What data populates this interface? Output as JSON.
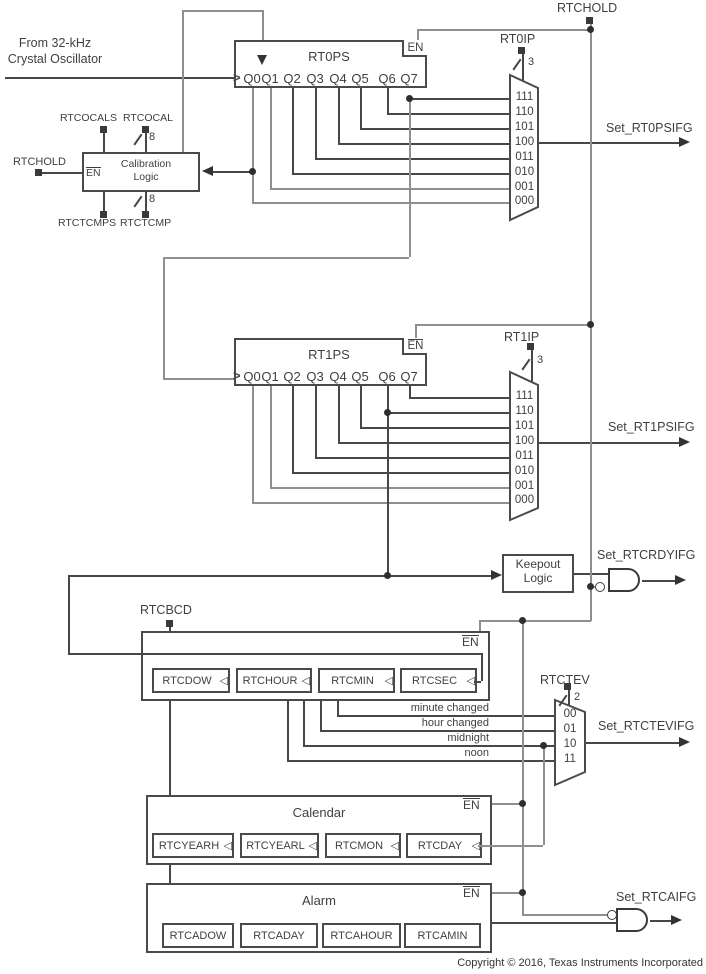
{
  "colors": {
    "wire_dark": "#474747",
    "wire_gray": "#8f8f8f",
    "box_border": "#4a4a4a",
    "text": "#3f3f3f",
    "background": "#ffffff"
  },
  "oscillator": {
    "line1": "From 32-kHz",
    "line2": "Crystal Oscillator"
  },
  "signals": {
    "rtchold_top": "RTCHOLD",
    "set_rt0psifg": "Set_RT0PSIFG",
    "set_rt1psifg": "Set_RT1PSIFG",
    "set_rtcrdyifg": "Set_RTCRDYIFG",
    "set_rtctevifg": "Set_RTCTEVIFG",
    "set_rtcaifg": "Set_RTCAIFG"
  },
  "calibration": {
    "line1": "Calibration",
    "line2": "Logic",
    "en": "EN",
    "pin_top_left": "RTCOCALS",
    "pin_top_right": "RTCOCAL",
    "pin_bottom_left": "RTCTCMPS",
    "pin_bottom_right": "RTCTCMP",
    "pin_left": "RTCHOLD",
    "bus8_top": "8",
    "bus8_bottom": "8"
  },
  "rt0ps": {
    "title": "RT0PS",
    "en": "EN",
    "q": [
      "Q0",
      "Q1",
      "Q2",
      "Q3",
      "Q4",
      "Q5",
      "Q6",
      "Q7"
    ]
  },
  "rt1ps": {
    "title": "RT1PS",
    "en": "EN",
    "q": [
      "Q0",
      "Q1",
      "Q2",
      "Q3",
      "Q4",
      "Q5",
      "Q6",
      "Q7"
    ]
  },
  "mux0": {
    "select": "RT0IP",
    "width": "3",
    "options": [
      "111",
      "110",
      "101",
      "100",
      "011",
      "010",
      "001",
      "000"
    ]
  },
  "mux1": {
    "select": "RT1IP",
    "width": "3",
    "options": [
      "111",
      "110",
      "101",
      "100",
      "011",
      "010",
      "001",
      "000"
    ]
  },
  "mux2": {
    "select": "RTCTEV",
    "width": "2",
    "options": [
      "00",
      "01",
      "10",
      "11"
    ]
  },
  "keepout": {
    "line1": "Keepout",
    "line2": "Logic"
  },
  "rtcbcd": {
    "label": "RTCBCD",
    "en": "EN",
    "registers": [
      "RTCDOW",
      "RTCHOUR",
      "RTCMIN",
      "RTCSEC"
    ]
  },
  "events": [
    "minute changed",
    "hour changed",
    "midnight",
    "noon"
  ],
  "calendar": {
    "title": "Calendar",
    "en": "EN",
    "registers": [
      "RTCYEARH",
      "RTCYEARL",
      "RTCMON",
      "RTCDAY"
    ]
  },
  "alarm": {
    "title": "Alarm",
    "en": "EN",
    "registers": [
      "RTCADOW",
      "RTCADAY",
      "RTCAHOUR",
      "RTCAMIN"
    ]
  },
  "copyright": "Copyright © 2016, Texas Instruments Incorporated"
}
